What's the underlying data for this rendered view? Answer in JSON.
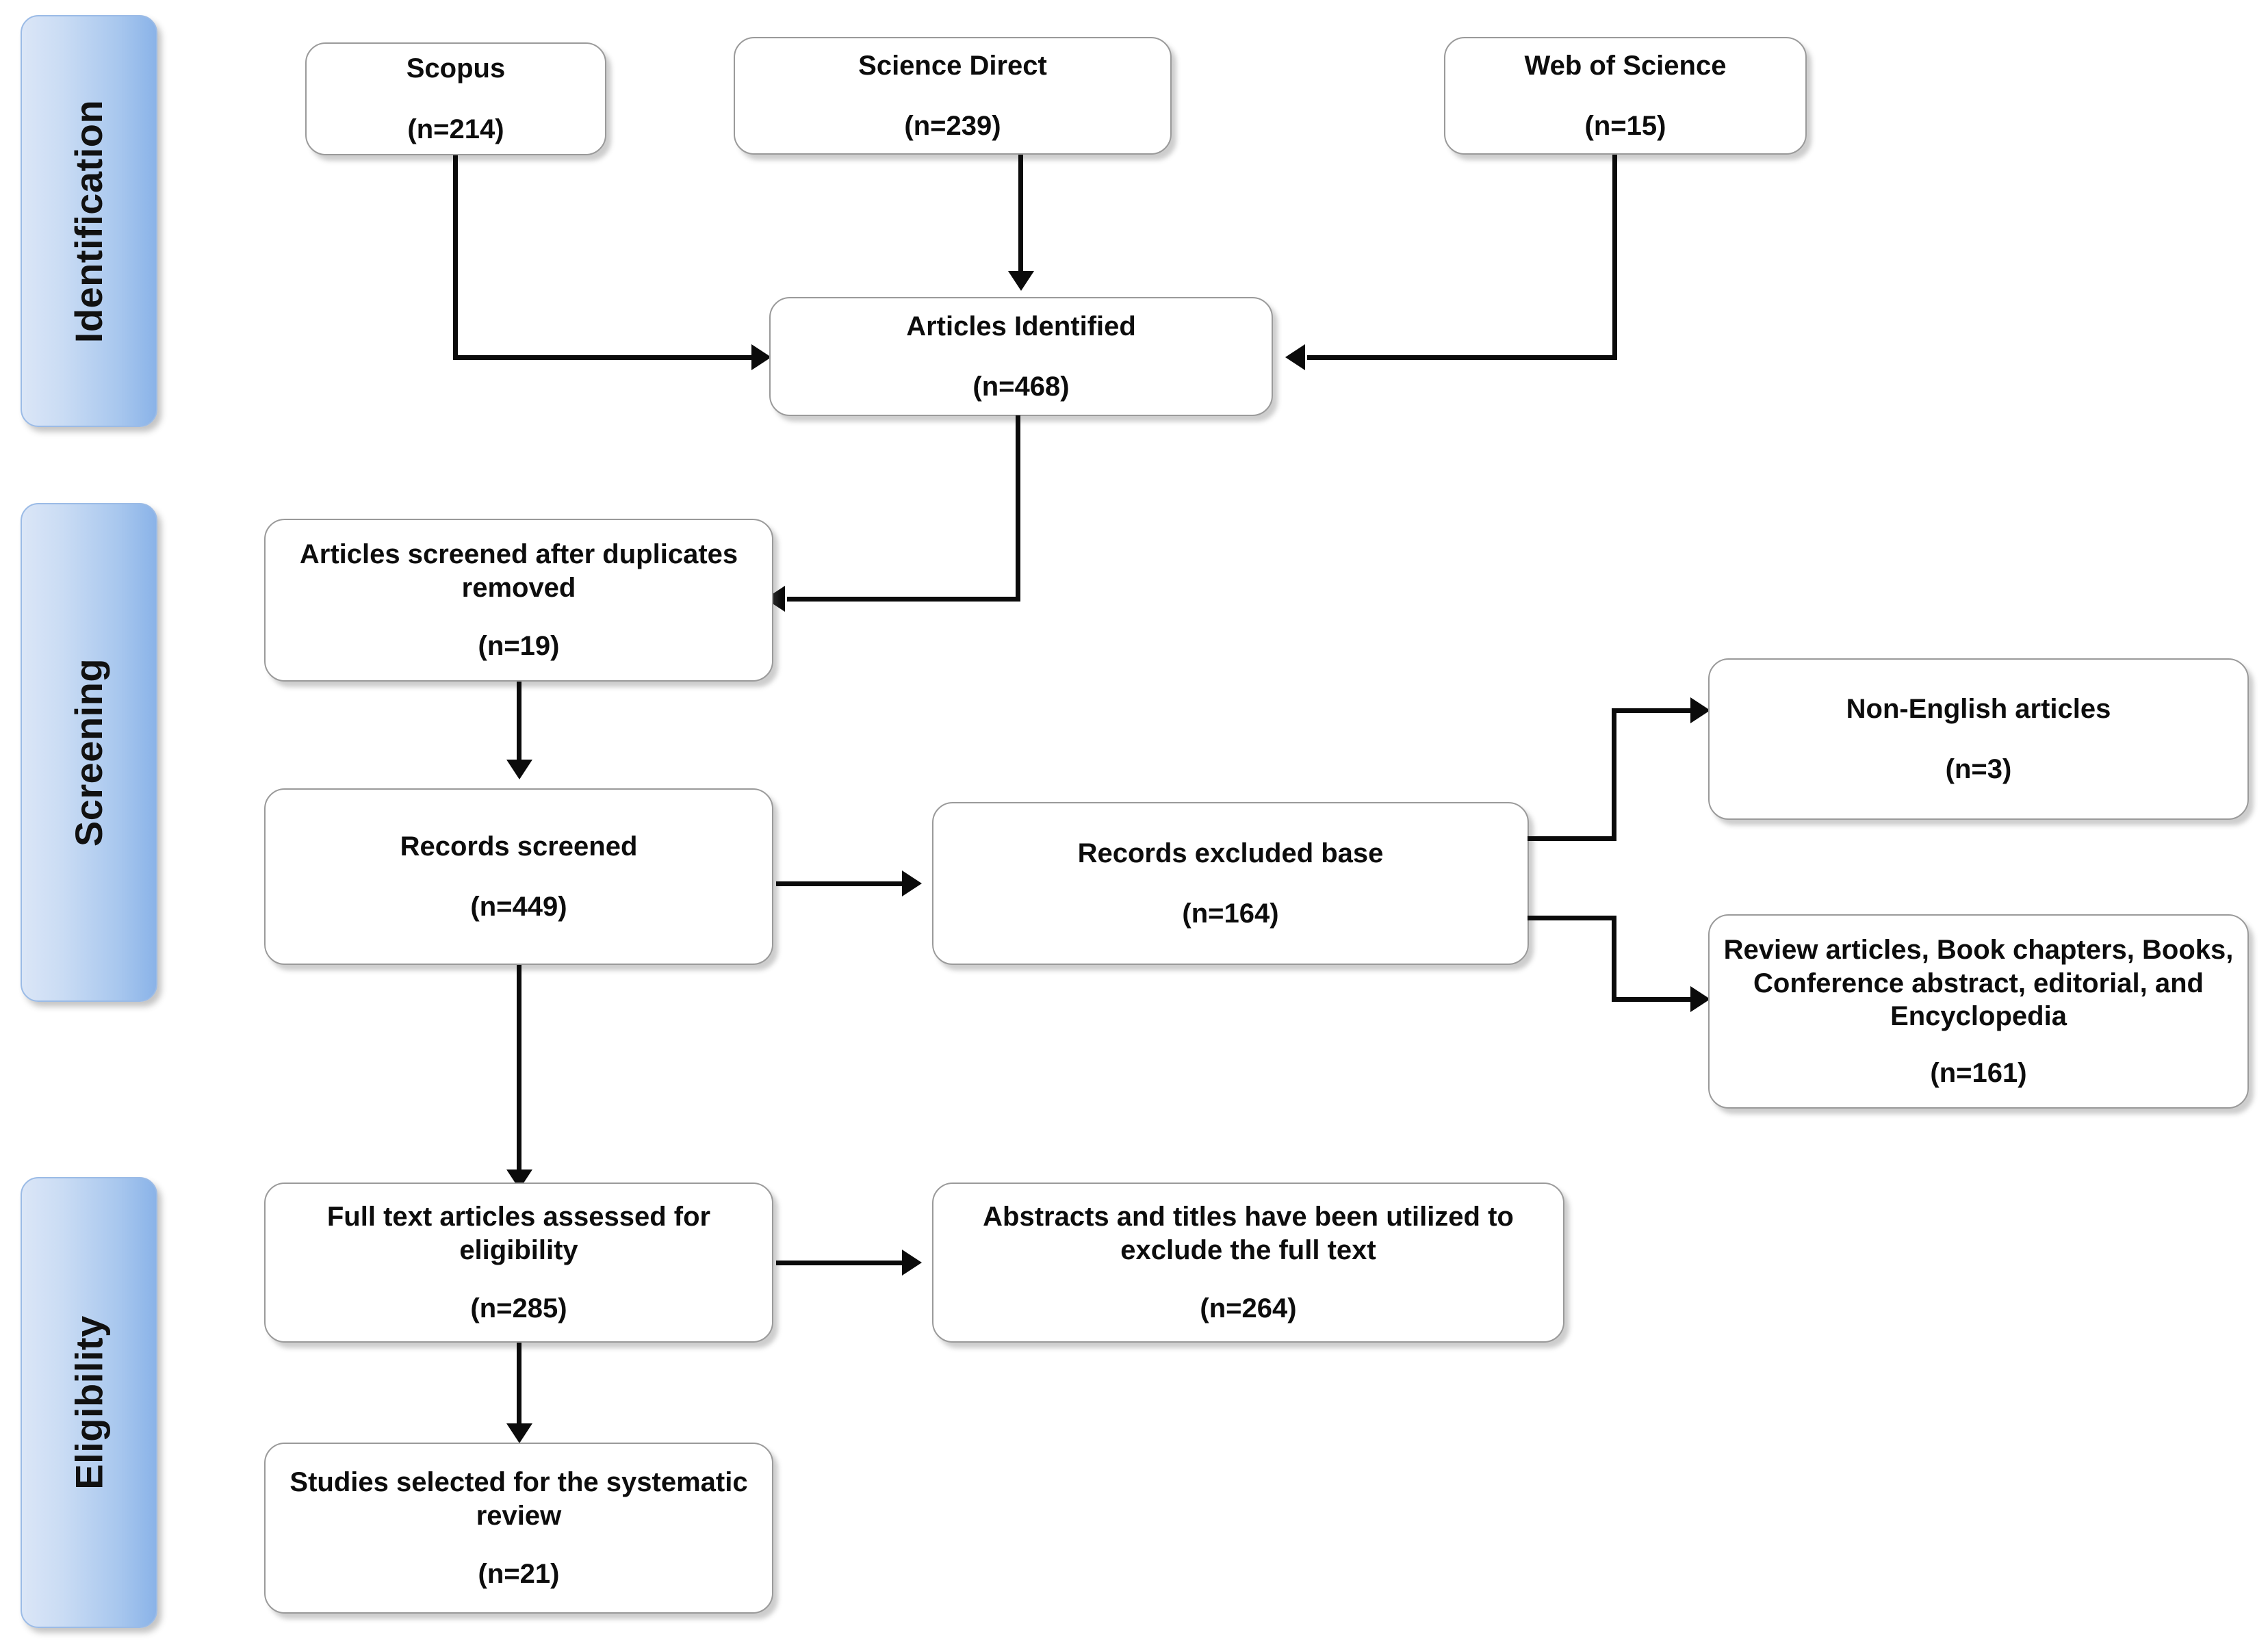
{
  "diagram": {
    "type": "prisma-flow-diagram",
    "stages": [
      {
        "id": "identification",
        "label": "Identification"
      },
      {
        "id": "screening",
        "label": "Screening"
      },
      {
        "id": "eligibility",
        "label": "Eligibility"
      }
    ],
    "nodes": [
      {
        "id": "scopus",
        "title": "Scopus",
        "count": "(n=214)"
      },
      {
        "id": "science-direct",
        "title": "Science Direct",
        "count": "(n=239)"
      },
      {
        "id": "web-of-science",
        "title": "Web of Science",
        "count": "(n=15)"
      },
      {
        "id": "articles-identified",
        "title": "Articles Identified",
        "count": "(n=468)"
      },
      {
        "id": "articles-screened-duplicates",
        "title": "Articles screened after duplicates removed",
        "count": "(n=19)"
      },
      {
        "id": "records-screened",
        "title": "Records screened",
        "count": "(n=449)"
      },
      {
        "id": "records-excluded",
        "title": "Records excluded base",
        "count": "(n=164)"
      },
      {
        "id": "non-english",
        "title": "Non-English articles",
        "count": "(n=3)"
      },
      {
        "id": "review-articles",
        "title": "Review articles, Book chapters, Books, Conference abstract, editorial, and Encyclopedia",
        "count": "(n=161)"
      },
      {
        "id": "full-text-assessed",
        "title": "Full text articles assessed for eligibility",
        "count": "(n=285)"
      },
      {
        "id": "abstracts-titles",
        "title": "Abstracts and titles have been utilized to exclude the full text",
        "count": "(n=264)"
      },
      {
        "id": "studies-selected",
        "title": "Studies selected for the systematic review",
        "count": "(n=21)"
      }
    ],
    "colors": {
      "stage_bar_light": "#dbe6f7",
      "stage_bar_dark": "#8ab3e8",
      "node_border": "#9a9a9a",
      "connector": "#0b0b0b",
      "background": "#ffffff"
    }
  }
}
